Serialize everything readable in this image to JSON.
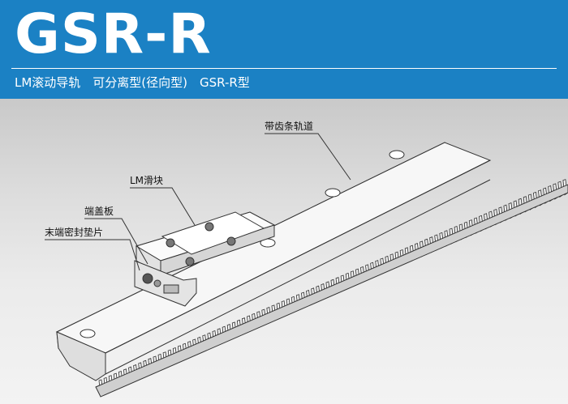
{
  "header": {
    "title": "GSR-R",
    "subtitle": "LM滚动导轨　可分离型(径向型)　GSR-R型"
  },
  "callouts": {
    "rack_rail": "带齿条轨道",
    "lm_block": "LM滑块",
    "end_plate": "端盖板",
    "end_seal": "末端密封垫片"
  },
  "colors": {
    "header_bg": "#1b81c4",
    "header_text": "#ffffff"
  }
}
